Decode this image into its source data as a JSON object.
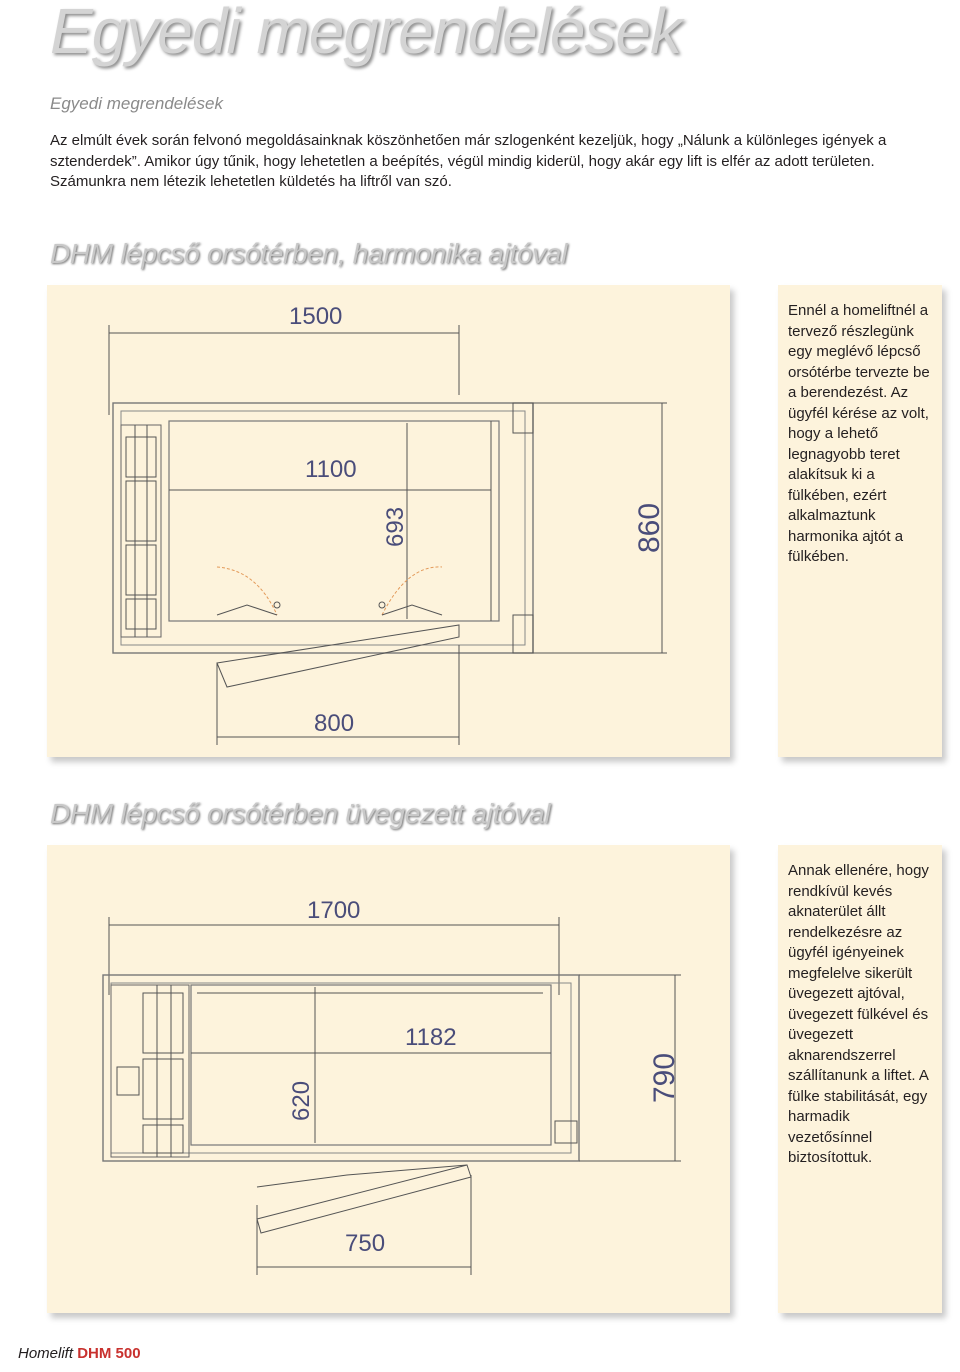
{
  "page": {
    "title": "Egyedi megrendelések",
    "subtitle": "Egyedi megrendelések",
    "intro": "Az elmúlt évek során felvonó megoldásainknak köszönhetően már szlogenként kezeljük, hogy „Nálunk a különleges igények a sztenderdek”. Amikor úgy tűnik, hogy lehetetlen a beépítés, végül mindig kiderül, hogy akár egy lift is elfér az adott területen. Számunkra nem létezik lehetetlen küldetés ha liftről van szó."
  },
  "section1": {
    "heading": "DHM lépcső orsótérben, harmonika ajtóval",
    "description": "Ennél a homeliftnél a tervező részlegünk egy meglévő lépcső orsótérbe tervezte be a berendezést. Az ügyfél kérése az volt, hogy a lehető legnagyobb teret alakítsuk ki a fülkében, ezért alkalmaztunk harmonika ajtót a fülkében.",
    "dimensions": {
      "width_total": "1500",
      "cabin_width": "1100",
      "cabin_depth": "693",
      "depth_total": "860",
      "door_width": "800"
    }
  },
  "section2": {
    "heading": "DHM lépcső orsótérben üvegezett ajtóval",
    "description": "Annak ellenére, hogy rendkívül kevés aknaterület állt rendelkezésre az ügyfél igényeinek megfelelve sikerült üvegezett ajtóval, üvegezett fülkével és üvegezett aknarendszerrel szállítanunk a liftet. A fülke stabilitását, egy harmadik vezetősínnel biztosítottuk.",
    "dimensions": {
      "width_total": "1700",
      "cabin_width": "1182",
      "cabin_depth": "620",
      "depth_total": "790",
      "door_width": "750"
    }
  },
  "footer": {
    "brand": "Homelift",
    "model": "DHM 500"
  },
  "colors": {
    "panel": "#fdf3dc",
    "dimension_text": "#4a4d7a",
    "footer_model": "#c8312e",
    "heading_gray": "#c8c8c8"
  }
}
